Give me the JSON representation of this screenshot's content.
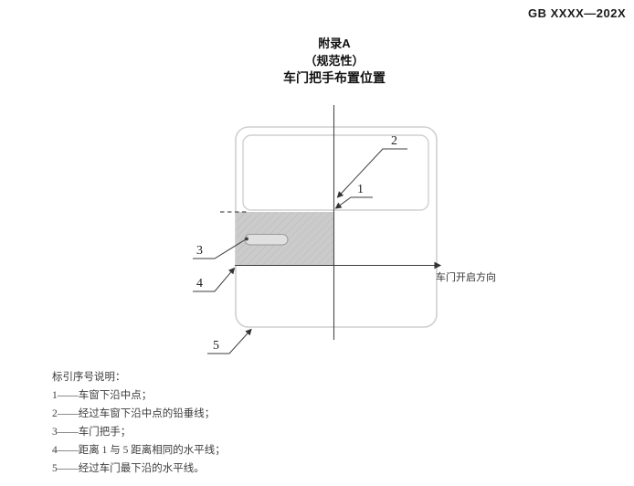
{
  "header": {
    "standard_number": "GB XXXX—202X"
  },
  "title": {
    "appendix": "附录A",
    "normative": "（规范性）",
    "subject": "车门把手布置位置"
  },
  "diagram": {
    "direction_label": "车门开启方向",
    "callouts": [
      "1",
      "2",
      "3",
      "4",
      "5"
    ]
  },
  "legend": {
    "title": "标引序号说明：",
    "items": [
      "1——车窗下沿中点；",
      "2——经过车窗下沿中点的铅垂线；",
      "3——车门把手；",
      "4——距离 1 与 5 距离相同的水平线；",
      "5——经过车门最下沿的水平线。"
    ]
  },
  "colors": {
    "page_background": "#ffffff",
    "outline_gray": "#cfcfcf",
    "hatch_fill": "#cbcbcb",
    "hatch_line": "#bdbdbd",
    "line_dark": "#3c3c3c",
    "text_dark": "#1f1f1f",
    "legend_text": "#3d3d3d"
  }
}
